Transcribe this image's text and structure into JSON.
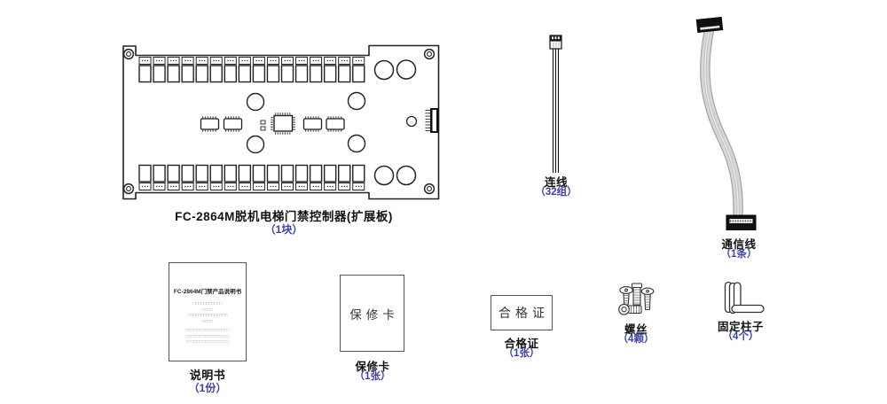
{
  "colors": {
    "accent_blue": "#3f3fae",
    "line_dark": "#222222"
  },
  "board": {
    "caption": "FC-2864M脱机电梯门禁控制器(扩展板)",
    "count": "（1块）",
    "relay_columns": 16
  },
  "wire": {
    "label": "连线",
    "count": "（32组）"
  },
  "comm_cable": {
    "label": "通信线",
    "count": "（1条）"
  },
  "manual": {
    "cover_title": "FC-2864M门禁产品说明书",
    "cover_lines": [
      "□□□□□□□□□□□",
      "□□□□",
      "□□□□□□□□□□□□□□□",
      "□□□□",
      "□□□□□□□□□□□□□□□□",
      "□□□□□□□□□□□□□□□□",
      "□□□□□□□□□□□□□□□□"
    ],
    "label": "说明书",
    "count": "（1份）"
  },
  "warranty": {
    "card_text": "保修卡",
    "label": "保修卡",
    "count": "（1张）"
  },
  "certificate": {
    "card_text": "合格证",
    "label": "合格证",
    "count": "（1张）"
  },
  "screws": {
    "label": "螺丝",
    "count": "（4颗）"
  },
  "pillars": {
    "label": "固定柱子",
    "count": "（4个）"
  }
}
